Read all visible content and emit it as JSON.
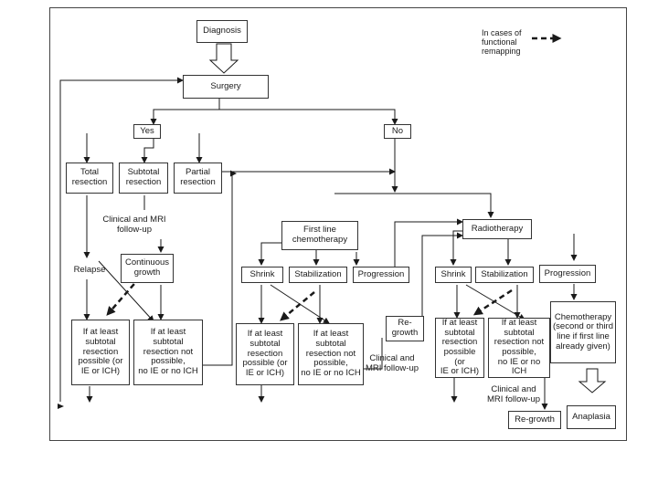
{
  "nodes": {
    "diagnosis": "Diagnosis",
    "surgery": "Surgery",
    "yes": "Yes",
    "no": "No",
    "total_resection": "Total\nresection",
    "subtotal_resection": "Subtotal\nresection",
    "partial_resection": "Partial\nresection",
    "clinical_mri_followup_1": "Clinical and MRI\nfollow-up",
    "relapse": "Relapse",
    "continuous_growth": "Continuous\ngrowth",
    "if_least_subtotal_possible_1": "If at least\nsubtotal\nresection\npossible (or\nIE or ICH)",
    "if_least_subtotal_not_possible_1": "If at least\nsubtotal\nresection not\npossible,\nno IE or no ICH",
    "first_line_chemo": "First line\nchemotherapy",
    "shrink_1": "Shrink",
    "stabilization_1": "Stabilization",
    "progression_1": "Progression",
    "if_least_subtotal_possible_2": "If at least\nsubtotal\nresection\npossible (or\nIE or ICH)",
    "if_least_subtotal_not_possible_2": "If at least\nsubtotal\nresection not\npossible,\nno IE or no ICH",
    "regrowth_1": "Re-\ngrowth",
    "clinical_mri_followup_2": "Clinical and\nMRI follow-up",
    "radiotherapy": "Radiotherapy",
    "shrink_2": "Shrink",
    "stabilization_2": "Stabilization",
    "progression_2": "Progression",
    "if_least_subtotal_possible_3": "If at least\nsubtotal\nresection\npossible (or\nIE or ICH)",
    "if_least_subtotal_not_possible_3": "If at least\nsubtotal\nresection not\npossible,\nno IE or no ICH",
    "chemotherapy_second": "Chemotherapy\n(second or third\nline if first line\nalready given)",
    "clinical_mri_followup_3": "Clinical and\nMRI follow-up",
    "regrowth_2": "Re-growth",
    "anaplasia": "Anaplasia"
  },
  "legend": {
    "text": "In cases of\nfunctional\nremapping",
    "arrow_style": "dashed"
  },
  "colors": {
    "line": "#1a1a1a",
    "border": "#333333",
    "frame": "#444444"
  }
}
